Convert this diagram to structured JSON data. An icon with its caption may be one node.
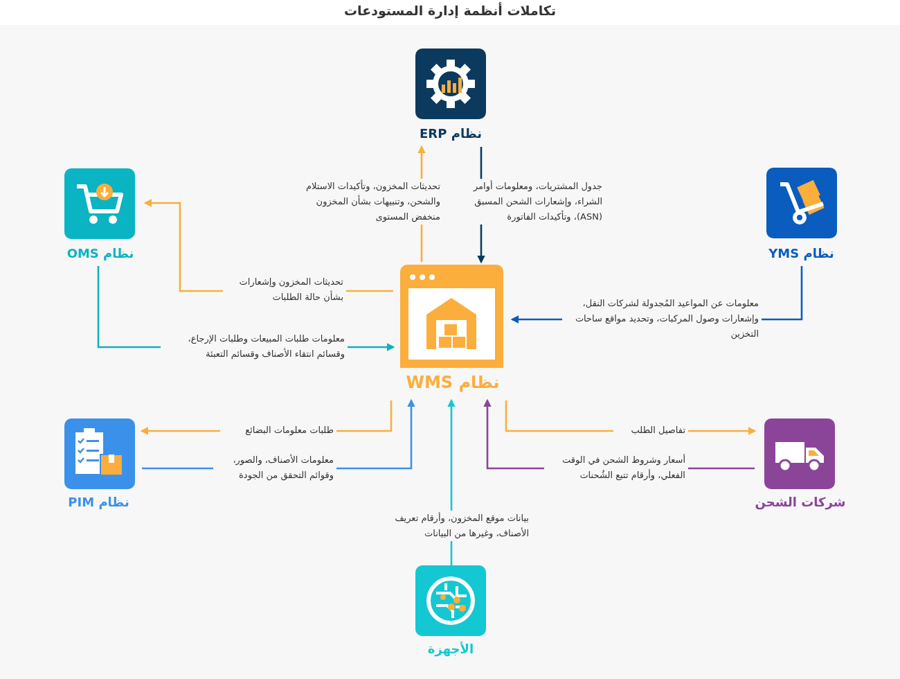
{
  "diagram": {
    "title": "تكاملات أنظمة إدارة المستودعات",
    "nodes": [
      {
        "text": [
          "نظام ERP"
        ]
      },
      {
        "text": [
          "نظام OMS"
        ]
      },
      {
        "text": [
          "نظام YMS"
        ]
      },
      {
        "text": [
          "نظام WMS"
        ]
      },
      {
        "text": [
          "نظام PIM"
        ]
      },
      {
        "text": [
          "شركات الشحن"
        ]
      },
      {
        "text": [
          "الأجهزة"
        ]
      }
    ],
    "edges": [
      {
        "from": 3,
        "to": 0,
        "arrow": "to",
        "label": "تحديثات المخزون، وتأكيدات الاستلام والشحن، وتنبيهات بشأن المخزون منخفض المستوى"
      },
      {
        "from": 0,
        "to": 3,
        "arrow": "to",
        "color": "#0b3a5e",
        "label": "جدول المشتريات، ومعلومات أوامر الشراء، وإشعارات الشحن المسبق (ASN)، وتأكيدات الفاتورة"
      },
      {
        "from": 3,
        "to": 1,
        "arrow": "to",
        "label": "تحديثات المخزون وإشعارات بشأن حالة الطلبات"
      },
      {
        "from": 1,
        "to": 3,
        "arrow": "to",
        "color": "#0fb0bf",
        "label": "معلومات طلبات المبيعات وطلبات الإرجاع، وقسائم انتقاء الأصناف وقسائم التعبئة"
      },
      {
        "from": 2,
        "to": 3,
        "arrow": "to",
        "color": "#0a5cbf",
        "label": "معلومات عن المواعيد المُجدولة لشركات النقل، وإشعارات وصول المركبات، وتحديد مواقع ساحات التخزين"
      },
      {
        "from": 3,
        "to": 4,
        "arrow": "to",
        "label": "طلبات معلومات البضائع"
      },
      {
        "from": 4,
        "to": 3,
        "arrow": "to",
        "color": "#3b91ea",
        "label": "معلومات الأصناف، والصور، وقوائم التحقق من الجودة"
      },
      {
        "from": 6,
        "to": 3,
        "arrow": "to",
        "color": "#13c8d2",
        "label": "بيانات موقع المخزون، وأرقام تعريف الأصناف، وغيرها من البيانات"
      },
      {
        "from": 5,
        "to": 3,
        "arrow": "to",
        "color": "#8a4599",
        "label": "أسعار وشروط الشحن في الوقت الفعلي، وأرقام تتبع الشُحنات"
      },
      {
        "from": 3,
        "to": 5,
        "arrow": "to",
        "label": "تفاصيل الطلب"
      }
    ]
  }
}
